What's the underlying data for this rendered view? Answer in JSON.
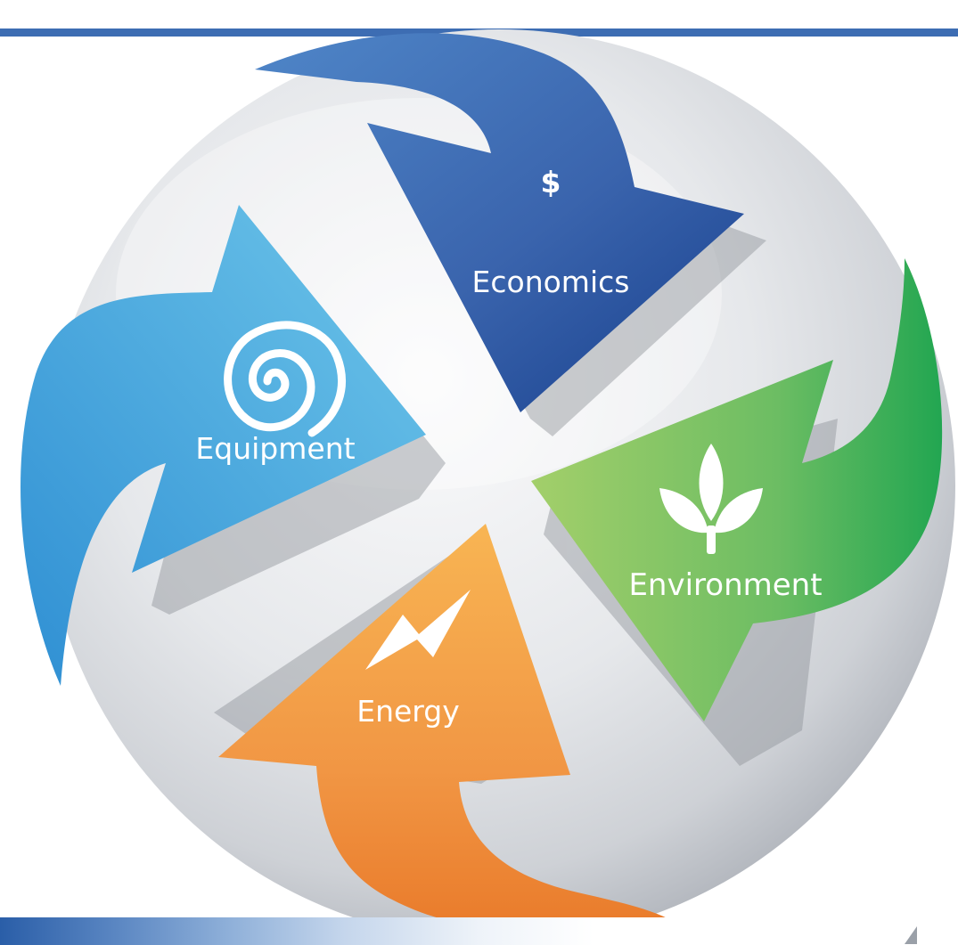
{
  "diagram": {
    "segments": [
      {
        "id": "economics",
        "label": "Economics",
        "icon": "dollar-icon",
        "color": "#2e5aa4"
      },
      {
        "id": "environment",
        "label": "Environment",
        "icon": "leaf-icon",
        "color": "#5cb85c"
      },
      {
        "id": "energy",
        "label": "Energy",
        "icon": "lightning-icon",
        "color": "#f08a34"
      },
      {
        "id": "equipment",
        "label": "Equipment",
        "icon": "spiral-icon",
        "color": "#4aa3dc"
      }
    ],
    "icons": {
      "dollar": "$"
    }
  },
  "colors": {
    "rule": "#3d6db3",
    "sphere_light": "#f4f5f7",
    "sphere_dark": "#b9bcc2"
  }
}
